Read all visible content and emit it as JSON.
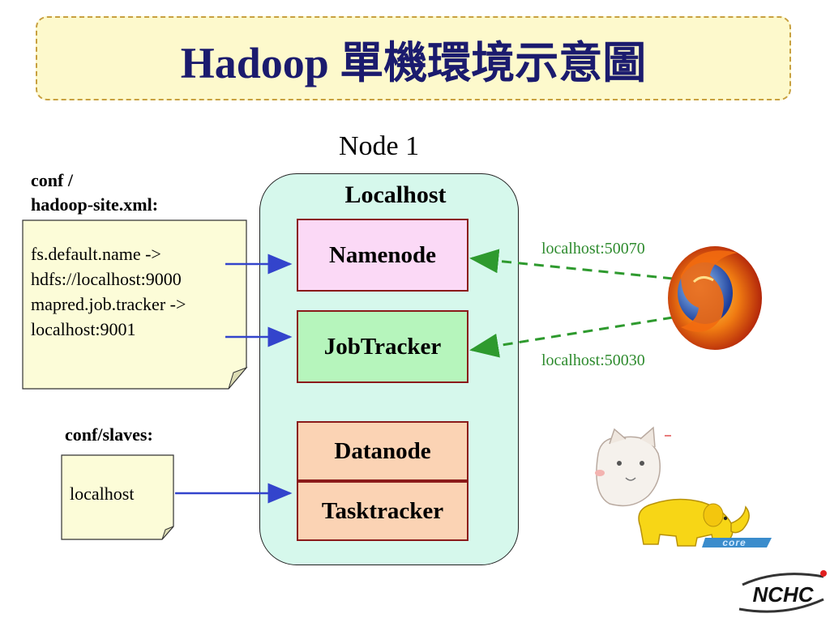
{
  "title": "Hadoop 單機環境示意圖",
  "node_label": "Node 1",
  "host": {
    "label": "Localhost",
    "services": {
      "namenode": "Namenode",
      "jobtracker": "JobTracker",
      "datanode": "Datanode",
      "tasktracker": "Tasktracker"
    }
  },
  "conf": {
    "label_line1": "conf /",
    "label_line2": "hadoop-site.xml:",
    "lines": [
      "fs.default.name ->",
      "hdfs://localhost:9000",
      "mapred.job.tracker  ->",
      "localhost:9001"
    ]
  },
  "slaves": {
    "label": "conf/slaves:",
    "text": "localhost"
  },
  "ports": {
    "namenode_web": "localhost:50070",
    "jobtracker_web": "localhost:50030"
  },
  "logos": {
    "browser": "firefox-logo-icon",
    "mascot": "cartoon-cat-icon",
    "hadoop": "hadoop-elephant-icon",
    "org": "NCHC"
  },
  "colors": {
    "title_text": "#1b1b6e",
    "title_bg": "#fdf9cc",
    "host_bg": "#d6f8ec",
    "namenode_bg": "#fbd9f6",
    "jobtracker_bg": "#b6f5bc",
    "datanode_bg": "#fbd3b4",
    "arrow_blue": "#3344cc",
    "arrow_green": "#2e9a2e"
  }
}
